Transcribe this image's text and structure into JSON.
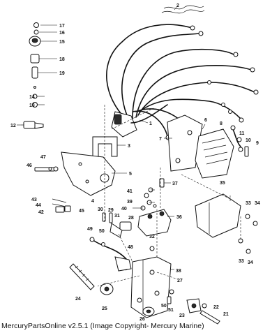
{
  "footer": {
    "caption": "MercuryPartsOnline v2.5.1 (Image Copyright- Mercury Marine)"
  },
  "callouts": {
    "c1": "1",
    "c2": "2",
    "c3": "3",
    "c4": "4",
    "c5": "5",
    "c6": "6",
    "c7": "7",
    "c8": "8",
    "c9": "9",
    "c10": "10",
    "c11": "11",
    "c12": "12",
    "c13": "13",
    "c14": "14",
    "c15": "15",
    "c16": "16",
    "c17": "17",
    "c18": "18",
    "c19": "19",
    "c21": "21",
    "c22": "22",
    "c23": "23",
    "c24": "24",
    "c25": "25",
    "c26": "26",
    "c27": "27",
    "c28": "28",
    "c29": "29",
    "c30": "30",
    "c31": "31",
    "c32": "32",
    "c33a": "33",
    "c33b": "33",
    "c34a": "34",
    "c34b": "34",
    "c35": "35",
    "c36": "36",
    "c37": "37",
    "c38": "38",
    "c39": "39",
    "c40": "40",
    "c41": "41",
    "c42": "42",
    "c43": "43",
    "c44": "44",
    "c45": "45",
    "c46": "46",
    "c47": "47",
    "c48": "48",
    "c49": "49",
    "c50a": "50",
    "c50b": "50",
    "c51": "51"
  }
}
